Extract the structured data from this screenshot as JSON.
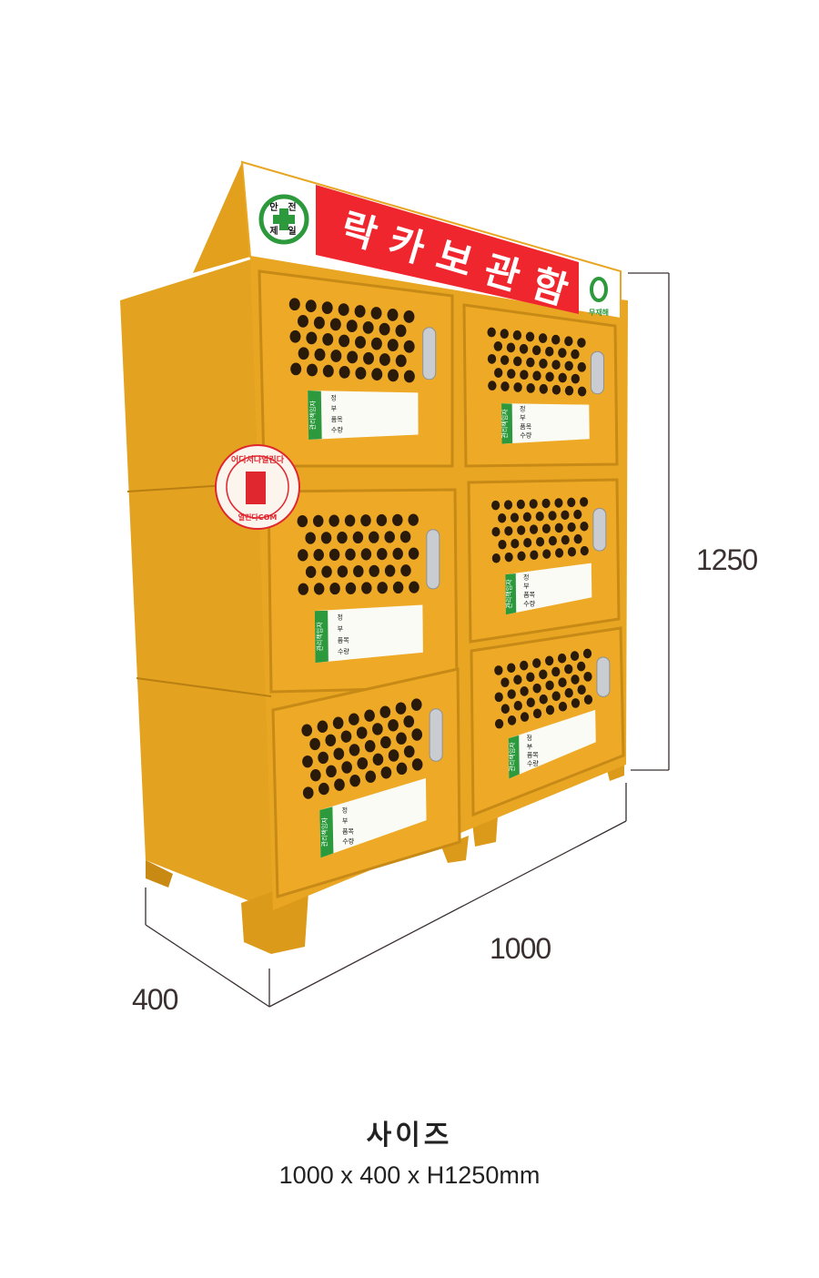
{
  "product": {
    "sign_text": "락카보관함",
    "safety_logo_text": [
      "안",
      "전",
      "제",
      "일"
    ],
    "brand_logo_text": "무재해",
    "stamp_top_text": "어디서나열린다",
    "stamp_bottom_text": "열린다COM",
    "door_label": {
      "side": "관리책임자",
      "rows": [
        "정",
        "부",
        "품목",
        "수량"
      ]
    },
    "door_count": 6
  },
  "dimensions": {
    "height": "1250",
    "width": "1000",
    "depth": "400"
  },
  "caption": {
    "title": "사이즈",
    "spec": "1000 x 400 x H1250mm"
  },
  "colors": {
    "cabinet": "#e8a623",
    "cabinet_dark": "#c98a14",
    "sign_red": "#f0262e",
    "safety_green": "#2c9a3c",
    "dimension_line": "#3a3030"
  }
}
